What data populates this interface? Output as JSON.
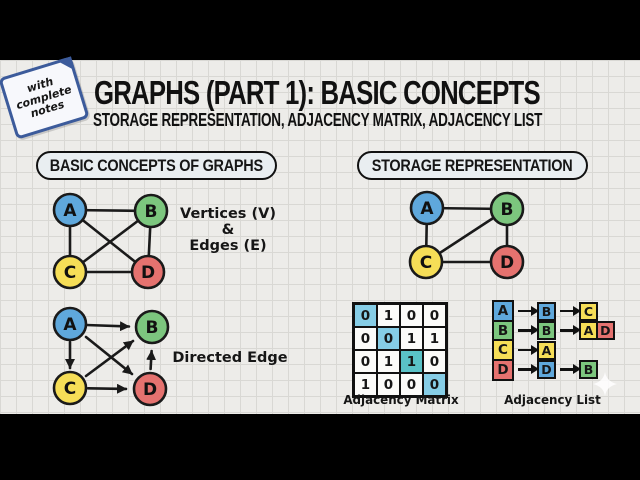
{
  "badge": {
    "lines": [
      "with",
      "complete",
      "notes"
    ]
  },
  "header": {
    "title": "GRAPHS (PART 1): BASIC CONCEPTS",
    "subtitle": "STORAGE REPRESENTATION, ADJACENCY MATRIX, ADJACENCY LIST"
  },
  "sections": {
    "basic_concepts_heading": "BASIC CONCEPTS OF GRAPHS",
    "storage_heading": "STORAGE REPRESENTATION"
  },
  "node_labels": {
    "A": "A",
    "B": "B",
    "C": "C",
    "D": "D"
  },
  "concepts": {
    "undirected_graph": {
      "nodes": [
        "A",
        "B",
        "C",
        "D"
      ],
      "edges": [
        "A-B",
        "A-C",
        "A-D",
        "B-C",
        "B-D",
        "C-D"
      ]
    },
    "vertices_note": {
      "line1": "Vertices (V)",
      "line2": "&",
      "line3": "Edges (E)"
    },
    "directed_graph": {
      "nodes": [
        "A",
        "B",
        "C",
        "D"
      ],
      "edges": [
        "A→B",
        "A→C",
        "A→D",
        "C→B",
        "C→D",
        "D→B"
      ]
    },
    "directed_note": "Directed Edge"
  },
  "storage": {
    "example_graph": {
      "nodes": [
        "A",
        "B",
        "C",
        "D"
      ],
      "edges": [
        "A-B",
        "A-C",
        "B-C",
        "B-D",
        "C-D"
      ]
    },
    "matrix": {
      "label": "Adjacency Matrix",
      "rows": [
        [
          "0",
          "1",
          "0",
          "0"
        ],
        [
          "0",
          "0",
          "1",
          "1"
        ],
        [
          "0",
          "1",
          "1",
          "0"
        ],
        [
          "1",
          "0",
          "0",
          "0"
        ]
      ],
      "highlighted_cells": "diagonal"
    },
    "list": {
      "label": "Adjacency List",
      "rows": [
        {
          "head": {
            "label": "A",
            "color": "blue"
          },
          "items": [
            {
              "label": "B",
              "color": "blue"
            },
            {
              "label": "C",
              "color": "yellow"
            }
          ]
        },
        {
          "head": {
            "label": "B",
            "color": "green"
          },
          "items": [
            {
              "label": "B",
              "color": "green"
            },
            {
              "label": "A",
              "color": "yellow"
            },
            {
              "label": "D",
              "color": "red"
            }
          ]
        },
        {
          "head": {
            "label": "C",
            "color": "yellow"
          },
          "items": [
            {
              "label": "A",
              "color": "yellow"
            }
          ]
        },
        {
          "head": {
            "label": "D",
            "color": "red"
          },
          "items": [
            {
              "label": "D",
              "color": "blue"
            },
            {
              "label": "B",
              "color": "green"
            }
          ]
        }
      ]
    }
  },
  "palette": {
    "blue": "#5fa8dc",
    "green": "#7cc67e",
    "yellow": "#f6de57",
    "red": "#e5726f",
    "hl-blue": "#86cde6",
    "hl-teal": "#5ac2c7",
    "paper": "#edece9",
    "grid": "#d9d8d4",
    "pill": "#e9eef1",
    "note-border": "#3c5b9b",
    "letterbox": "#000000"
  }
}
